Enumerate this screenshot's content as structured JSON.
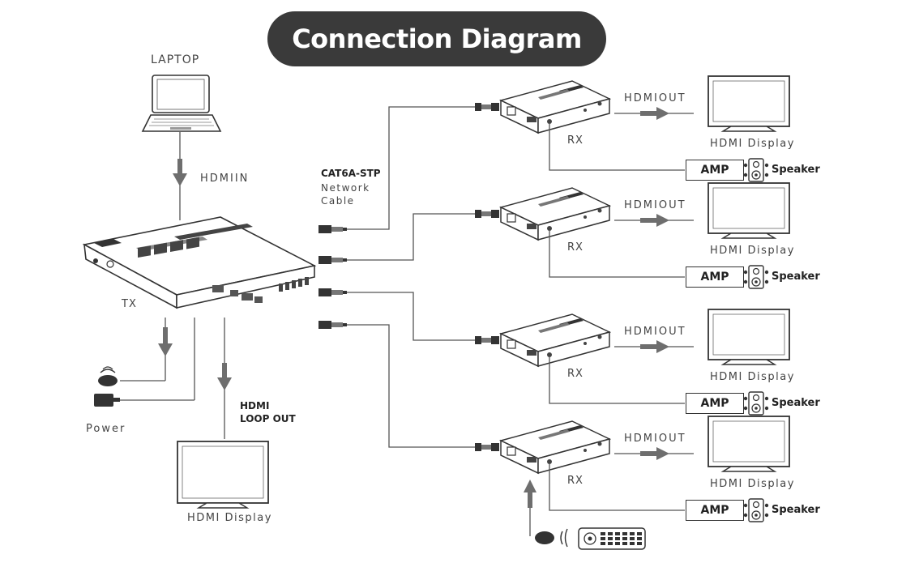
{
  "title": "Connection Diagram",
  "laptop": {
    "label": "LAPTOP"
  },
  "tx": {
    "label": "TX",
    "input_label": "HDMIIN",
    "power_label": "Power",
    "loop_out_label_line1": "HDMI",
    "loop_out_label_line2": "LOOP OUT",
    "display_label": "HDMI Display"
  },
  "cable": {
    "label_line1": "CAT6A-STP",
    "label_line2": "Network",
    "label_line3": "Cable"
  },
  "receivers": [
    {
      "rx_label": "RX",
      "out_label": "HDMIOUT",
      "display_label": "HDMI Display",
      "amp_label": "AMP",
      "speaker_label": "Speaker"
    },
    {
      "rx_label": "RX",
      "out_label": "HDMIOUT",
      "display_label": "HDMI Display",
      "amp_label": "AMP",
      "speaker_label": "Speaker"
    },
    {
      "rx_label": "RX",
      "out_label": "HDMIOUT",
      "display_label": "HDMI Display",
      "amp_label": "AMP",
      "speaker_label": "Speaker"
    },
    {
      "rx_label": "RX",
      "out_label": "HDMIOUT",
      "display_label": "HDMI Display",
      "amp_label": "AMP",
      "speaker_label": "Speaker"
    }
  ],
  "colors": {
    "title_bg": "#3a3a3a",
    "line": "#555555",
    "arrow": "#6e6e6e"
  }
}
